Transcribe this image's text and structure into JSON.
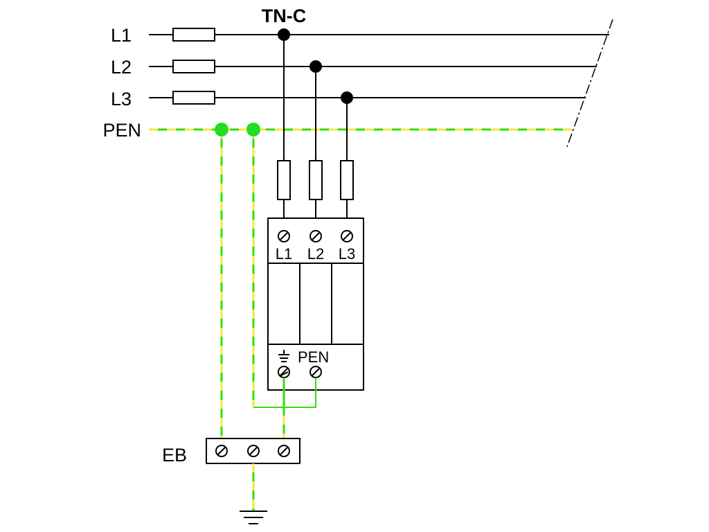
{
  "title": "TN-C",
  "bus_labels": {
    "l1": "L1",
    "l2": "L2",
    "l3": "L3",
    "pen": "PEN"
  },
  "spd": {
    "terminal_labels": {
      "l1": "L1",
      "l2": "L2",
      "l3": "L3"
    },
    "pen_label": "PEN",
    "earth_symbol": "earth-icon"
  },
  "eb_label": "EB",
  "colors": {
    "conductor": "#000000",
    "pen_green": "#33dd11",
    "pen_yellow": "#f2ea3a",
    "pen_junction": "#22dd22"
  }
}
